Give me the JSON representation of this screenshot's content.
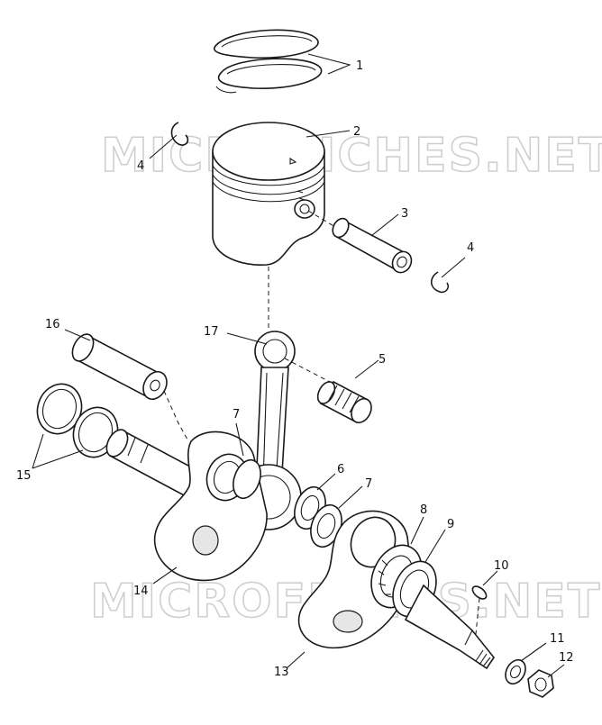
{
  "watermark": {
    "text_top": "MICROFICHES.NET",
    "text_bottom": "MICROFICHES.NET"
  },
  "callouts": {
    "c1": "1",
    "c2": "2",
    "c3": "3",
    "c4a": "4",
    "c4b": "4",
    "c5": "5",
    "c6": "6",
    "c7a": "7",
    "c7b": "7",
    "c8": "8",
    "c9": "9",
    "c10": "10",
    "c11": "11",
    "c12": "12",
    "c13": "13",
    "c14": "14",
    "c15": "15",
    "c16": "16",
    "c17": "17"
  },
  "parts": [
    "piston-rings",
    "piston",
    "piston-pin",
    "circlip",
    "needle-bearing",
    "thrust-washer",
    "crank-washer",
    "main-bearing",
    "oil-seal",
    "woodruff-key",
    "washer",
    "nut",
    "crank-half-mag",
    "crank-half-pto",
    "o-ring",
    "crank-pin",
    "connecting-rod"
  ]
}
